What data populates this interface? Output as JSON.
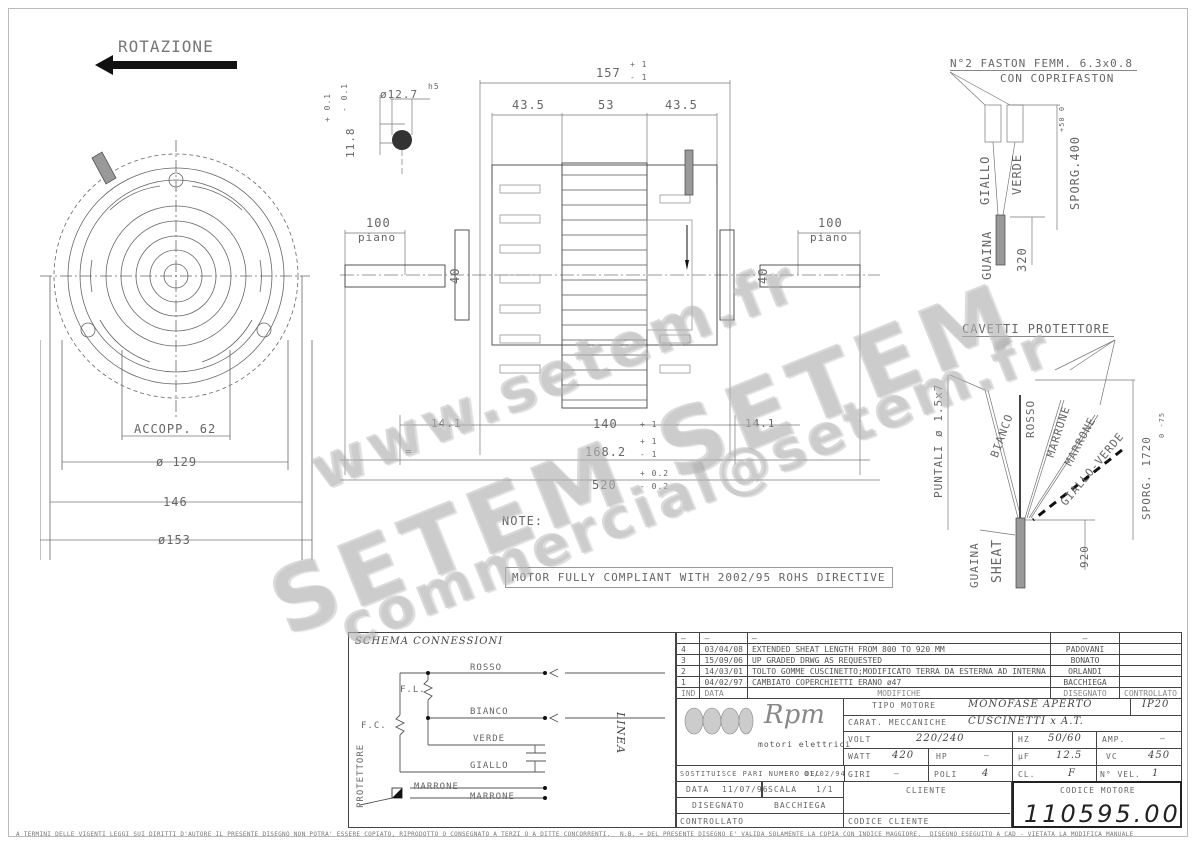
{
  "drawing": {
    "rotation_label": "ROTAZIONE",
    "front_view": {
      "coupling": "ACCOPP. 62",
      "dim_129": "ø 129",
      "dim_146": "146",
      "dim_153": "ø153"
    },
    "shaft_detail": {
      "diameter": "ø12.7",
      "fit": "h5",
      "flat": "11.8",
      "tol_plus": "+ 0.1",
      "tol_minus": "- 0.1"
    },
    "side_view": {
      "dim_total": "157",
      "dim_total_tol_plus": "+ 1",
      "dim_total_tol_minus": "- 1",
      "dim_left": "43.5",
      "dim_center": "53",
      "dim_right": "43.5",
      "shaft_flat_left": "100",
      "shaft_flat_right": "100",
      "flat_label": "piano",
      "boss_left": "40",
      "boss_right": "40",
      "dim_14_left": "14.1",
      "dim_140": "140",
      "dim_140_tol": "+ 1",
      "dim_14_right": "14.1",
      "dim_168": "168.2",
      "dim_168_tol_plus": "+ 1",
      "dim_168_tol_minus": "- 1",
      "dim_520": "520",
      "dim_520_tol_plus": "+ 0.2",
      "dim_520_tol_minus": "- 0.2",
      "equal": "="
    },
    "note_label": "NOTE:",
    "rohs_note": "MOTOR FULLY COMPLIANT WITH 2002/95 ROHS DIRECTIVE",
    "faston": {
      "title_line1": "N°2 FASTON FEMM. 6.3x0.8",
      "title_line2": "CON COPRIFASTON",
      "wire1": "GIALLO",
      "wire2": "VERDE",
      "sheath": "GUAINA",
      "sheath_len": "320",
      "length": "SPORG.400",
      "length_tol": "+50 0"
    },
    "protector": {
      "title": "CAVETTI PROTETTORE",
      "wires": [
        "BIANCO",
        "ROSSO",
        "MARRONE",
        "MARRONE",
        "GIALLO-VERDE"
      ],
      "terminals": "PUNTALI ø 1.5x7",
      "sheath": "GUAINA",
      "sheath_en": "SHEAT",
      "sheath_len": "920",
      "length": "SPORG. 1720",
      "length_tol": "0 -75"
    }
  },
  "schema": {
    "title": "SCHEMA CONNESSIONI",
    "wires": {
      "rosso": "ROSSO",
      "bianco": "BIANCO",
      "verde": "VERDE",
      "giallo": "GIALLO",
      "marrone1": "MARRONE",
      "marrone2": "MARRONE"
    },
    "fl": "F.L.",
    "fc": "F.C.",
    "linea": "LINEA",
    "protettore": "PROTETTORE"
  },
  "revisions": {
    "header_row": [
      "–",
      "–",
      "–",
      "–",
      ""
    ],
    "rows": [
      {
        "ind": "4",
        "date": "03/04/08",
        "desc": "EXTENDED SHEAT LENGTH FROM 800 TO 920 MM",
        "drawn": "PADOVANI",
        "checked": ""
      },
      {
        "ind": "3",
        "date": "15/09/06",
        "desc": "UP GRADED DRWG AS REQUESTED",
        "drawn": "BONATO",
        "checked": ""
      },
      {
        "ind": "2",
        "date": "14/03/01",
        "desc": "TOLTO GOMME CUSCINETTO;MODIFICATO TERRA DA ESTERNA AD INTERNA",
        "drawn": "ORLANDI",
        "checked": ""
      },
      {
        "ind": "1",
        "date": "04/02/97",
        "desc": "CAMBIATO COPERCHIETTI ERANO ø47",
        "drawn": "BACCHIEGA",
        "checked": ""
      }
    ],
    "columns": {
      "ind": "IND",
      "date": "DATA",
      "desc": "MODIFICHE",
      "drawn": "DISEGNATO",
      "checked": "CONTROLLATO"
    }
  },
  "title_block": {
    "logo_text": "Rpm",
    "logo_sub": "motori elettrici",
    "tipo_motore_label": "TIPO MOTORE",
    "tipo_motore": "MONOFASE APERTO",
    "ip": "IP20",
    "carat_label": "CARAT. MECCANICHE",
    "carat": "CUSCINETTI x A.T.",
    "volt_label": "VOLT",
    "volt": "220/240",
    "hz_label": "HZ",
    "hz": "50/60",
    "amp_label": "AMP.",
    "amp": "–",
    "watt_label": "WATT",
    "watt": "420",
    "hp_label": "HP",
    "hp": "–",
    "uf_label": "µF",
    "uf": "12.5",
    "vc_label": "VC",
    "vc": "450",
    "giri_label": "GIRI",
    "giri": "–",
    "poli_label": "POLI",
    "poli": "4",
    "cl_label": "CL.",
    "cl": "F",
    "vel_label": "N° VEL.",
    "vel": "1",
    "replaces_label": "SOSTITUISCE PARI NUMERO DEL",
    "replaces_date": "01/02/94",
    "data_label": "DATA",
    "data": "11/07/96",
    "scala_label": "SCALA",
    "scala": "1/1",
    "disegnato_label": "DISEGNATO",
    "disegnato": "BACCHIEGA",
    "controllato_label": "CONTROLLATO",
    "cliente_label": "CLIENTE",
    "codice_cliente_label": "CODICE CLIENTE",
    "codice_motore_label": "CODICE MOTORE",
    "codice_motore": "110595.00"
  },
  "footer": {
    "left": "A TERMINI DELLE VIGENTI LEGGI SUI DIRITTI D'AUTORE IL PRESENTE DISEGNO NON POTRA' ESSERE COPIATO, RIPRODOTTO O CONSEGNATO A TERZI O A DITTE CONCORRENTI.",
    "middle": "N.B. = DEL PRESENTE DISEGNO E' VALIDA SOLAMENTE LA COPIA CON INDICE MAGGIORE.",
    "right": "DISEGNO ESEGUITO A CAD - VIETATA LA MODIFICA MANUALE"
  },
  "watermark": {
    "line1": "www.setem.fr",
    "line2": "SETEM SETEM",
    "line3": "commercial@setem.fr"
  }
}
